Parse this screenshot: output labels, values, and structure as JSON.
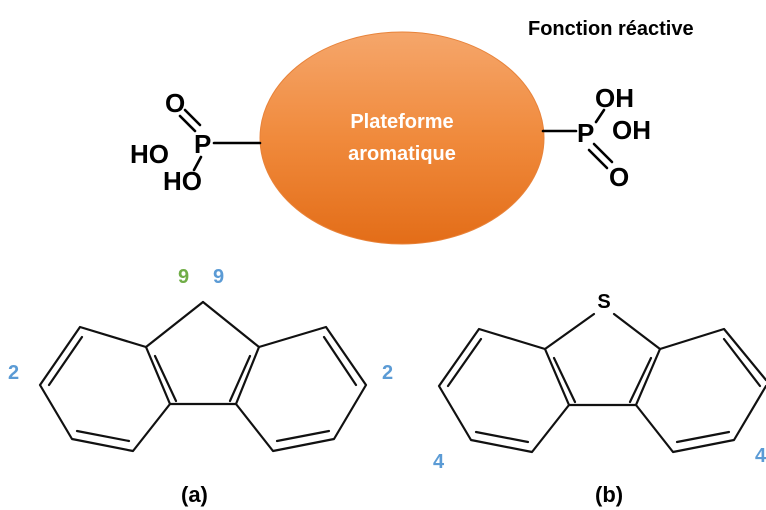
{
  "header": {
    "title": "Fonction réactive"
  },
  "platform": {
    "line1": "Plateforme",
    "line2": "aromatique",
    "fill_top": "#f5a66b",
    "fill_bottom": "#e8701c"
  },
  "left_group": {
    "o": "O",
    "ho1": "HO",
    "p": "P",
    "ho2": "HO"
  },
  "right_group": {
    "oh1": "OH",
    "p": "P",
    "oh2": "OH",
    "o": "O"
  },
  "structure_a": {
    "caption": "(a)",
    "pos9_green": "9",
    "pos9_blue": "9",
    "pos2_left": "2",
    "pos2_right": "2"
  },
  "structure_b": {
    "caption": "(b)",
    "s": "S",
    "pos4_left": "4",
    "pos4_right": "4"
  },
  "colors": {
    "numbering_blue": "#5b9bd5",
    "numbering_green": "#70ad47"
  }
}
